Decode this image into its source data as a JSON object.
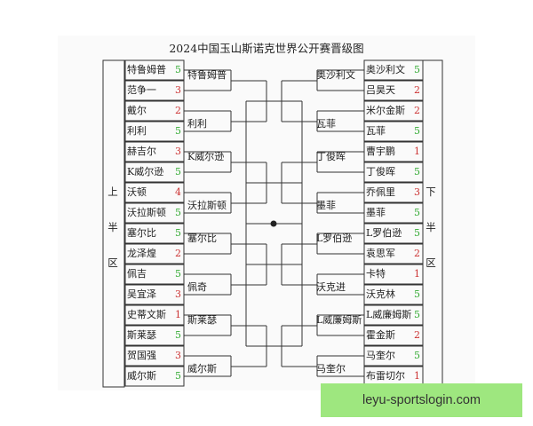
{
  "title": "2024中国玉山斯诺克世界公开赛晋级图",
  "upper_half_label": [
    "上",
    "半",
    "区"
  ],
  "lower_half_label": [
    "下",
    "半",
    "区"
  ],
  "colors": {
    "green": "#33aa33",
    "red": "#cc3333",
    "line": "#333333",
    "watermark": "#9ee77f"
  },
  "left_matches": [
    {
      "p1": {
        "name": "特鲁姆普",
        "score": "5",
        "color": "green"
      },
      "p2": {
        "name": "范争一",
        "score": "3",
        "color": "red"
      }
    },
    {
      "p1": {
        "name": "戴尔",
        "score": "2",
        "color": "red"
      },
      "p2": {
        "name": "利利",
        "score": "5",
        "color": "green"
      }
    },
    {
      "p1": {
        "name": "赫吉尔",
        "score": "3",
        "color": "red"
      },
      "p2": {
        "name": "K威尔逊",
        "score": "5",
        "color": "green"
      }
    },
    {
      "p1": {
        "name": "沃顿",
        "score": "4",
        "color": "red"
      },
      "p2": {
        "name": "沃拉斯顿",
        "score": "5",
        "color": "green"
      }
    },
    {
      "p1": {
        "name": "塞尔比",
        "score": "5",
        "color": "green"
      },
      "p2": {
        "name": "龙泽煌",
        "score": "2",
        "color": "red"
      }
    },
    {
      "p1": {
        "name": "佩吉",
        "score": "5",
        "color": "green"
      },
      "p2": {
        "name": "吴宜泽",
        "score": "3",
        "color": "red"
      }
    },
    {
      "p1": {
        "name": "史蒂文斯",
        "score": "1",
        "color": "red"
      },
      "p2": {
        "name": "斯莱瑟",
        "score": "5",
        "color": "green"
      }
    },
    {
      "p1": {
        "name": "贺国强",
        "score": "3",
        "color": "red"
      },
      "p2": {
        "name": "威尔斯",
        "score": "5",
        "color": "green"
      }
    }
  ],
  "right_matches": [
    {
      "p1": {
        "name": "奥沙利文",
        "score": "5",
        "color": "green"
      },
      "p2": {
        "name": "吕昊天",
        "score": "2",
        "color": "red"
      }
    },
    {
      "p1": {
        "name": "米尔金斯",
        "score": "2",
        "color": "red"
      },
      "p2": {
        "name": "瓦菲",
        "score": "5",
        "color": "green"
      }
    },
    {
      "p1": {
        "name": "曹宇鹏",
        "score": "1",
        "color": "red"
      },
      "p2": {
        "name": "丁俊晖",
        "score": "5",
        "color": "green"
      }
    },
    {
      "p1": {
        "name": "乔佩里",
        "score": "3",
        "color": "red"
      },
      "p2": {
        "name": "墨菲",
        "score": "5",
        "color": "green"
      }
    },
    {
      "p1": {
        "name": "L罗伯逊",
        "score": "5",
        "color": "green"
      },
      "p2": {
        "name": "袁思军",
        "score": "2",
        "color": "red"
      }
    },
    {
      "p1": {
        "name": "卡特",
        "score": "1",
        "color": "red"
      },
      "p2": {
        "name": "沃克林",
        "score": "5",
        "color": "green"
      }
    },
    {
      "p1": {
        "name": "L威廉姆斯",
        "score": "5",
        "color": "green"
      },
      "p2": {
        "name": "霍金斯",
        "score": "2",
        "color": "red"
      }
    },
    {
      "p1": {
        "name": "马奎尔",
        "score": "5",
        "color": "green"
      },
      "p2": {
        "name": "布雷切尔",
        "score": "1",
        "color": "red"
      }
    }
  ],
  "left_round2": [
    "特鲁姆普",
    "利利",
    "K威尔逊",
    "沃拉斯顿",
    "塞尔比",
    "佩奇",
    "斯莱瑟",
    "威尔斯"
  ],
  "right_round2": [
    "奥沙利文",
    "瓦菲",
    "丁俊晖",
    "墨菲",
    "L罗伯逊",
    "沃克进",
    "L威廉姆斯",
    "马奎尔"
  ],
  "watermark": "leyu-sportslogin.com"
}
